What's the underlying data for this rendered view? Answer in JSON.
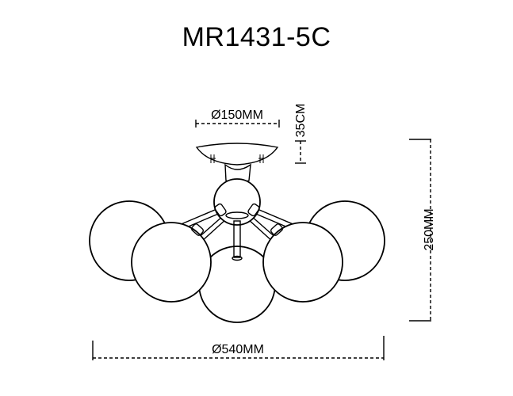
{
  "drawing": {
    "model": "MR1431-5C",
    "dimensions": {
      "canopy_diameter": "Ø150MM",
      "canopy_height": "35CM",
      "total_height": "250MM",
      "total_diameter": "Ø540MM"
    }
  },
  "colors": {
    "line": "#000000",
    "background": "#ffffff"
  }
}
